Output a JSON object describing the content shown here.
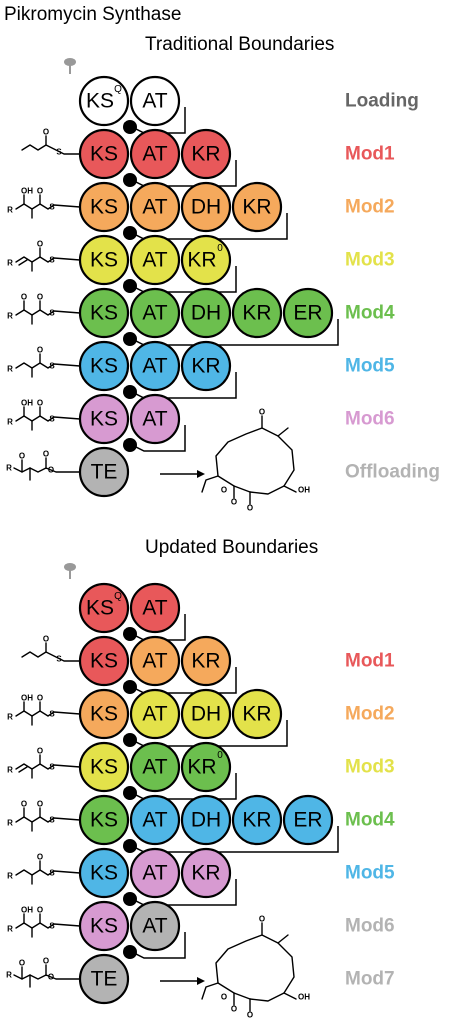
{
  "title": "Pikromycin Synthase",
  "colors": {
    "Loading": "#666666",
    "Mod1": "#e8585a",
    "Mod2": "#f5a95c",
    "Mod3": "#e3e24a",
    "Mod4": "#6cbf4e",
    "Mod5": "#4fb6e6",
    "Mod6": "#d79ad1",
    "Mod7": "#b3b3b3",
    "Offloading": "#b3b3b3",
    "TE": "#b3b3b3",
    "white": "#ffffff"
  },
  "sections": [
    {
      "heading": "Traditional Boundaries",
      "rows": [
        {
          "domains": [
            {
              "label": "KS",
              "sup": "Q",
              "color": "white"
            },
            {
              "label": "AT",
              "color": "white"
            }
          ],
          "module": "Loading",
          "module_color": "Loading",
          "substrate": "none"
        },
        {
          "domains": [
            {
              "label": "KS",
              "color": "Mod1"
            },
            {
              "label": "AT",
              "color": "Mod1"
            },
            {
              "label": "KR",
              "color": "Mod1"
            }
          ],
          "module": "Mod1",
          "module_color": "Mod1",
          "substrate": "propionyl"
        },
        {
          "domains": [
            {
              "label": "KS",
              "color": "Mod2"
            },
            {
              "label": "AT",
              "color": "Mod2"
            },
            {
              "label": "DH",
              "color": "Mod2"
            },
            {
              "label": "KR",
              "color": "Mod2"
            }
          ],
          "module": "Mod2",
          "module_color": "Mod2",
          "substrate": "hydroxy"
        },
        {
          "domains": [
            {
              "label": "KS",
              "color": "Mod3"
            },
            {
              "label": "AT",
              "color": "Mod3"
            },
            {
              "label": "KR",
              "sup": "0",
              "color": "Mod3"
            }
          ],
          "module": "Mod3",
          "module_color": "Mod3",
          "substrate": "enoyl"
        },
        {
          "domains": [
            {
              "label": "KS",
              "color": "Mod4"
            },
            {
              "label": "AT",
              "color": "Mod4"
            },
            {
              "label": "DH",
              "color": "Mod4"
            },
            {
              "label": "KR",
              "color": "Mod4"
            },
            {
              "label": "ER",
              "color": "Mod4"
            }
          ],
          "module": "Mod4",
          "module_color": "Mod4",
          "substrate": "keto"
        },
        {
          "domains": [
            {
              "label": "KS",
              "color": "Mod5"
            },
            {
              "label": "AT",
              "color": "Mod5"
            },
            {
              "label": "KR",
              "color": "Mod5"
            }
          ],
          "module": "Mod5",
          "module_color": "Mod5",
          "substrate": "reduced"
        },
        {
          "domains": [
            {
              "label": "KS",
              "color": "Mod6"
            },
            {
              "label": "AT",
              "color": "Mod6"
            }
          ],
          "module": "Mod6",
          "module_color": "Mod6",
          "substrate": "hydroxy"
        },
        {
          "domains": [
            {
              "label": "TE",
              "color": "TE"
            }
          ],
          "module": "Offloading",
          "module_color": "Offloading",
          "substrate": "keto-ester"
        }
      ]
    },
    {
      "heading": "Updated Boundaries",
      "rows": [
        {
          "domains": [
            {
              "label": "KS",
              "sup": "Q",
              "color": "Mod1"
            },
            {
              "label": "AT",
              "color": "Mod1"
            }
          ],
          "module": "",
          "module_color": "Mod1",
          "substrate": "none"
        },
        {
          "domains": [
            {
              "label": "KS",
              "color": "Mod1"
            },
            {
              "label": "AT",
              "color": "Mod2"
            },
            {
              "label": "KR",
              "color": "Mod2"
            }
          ],
          "module": "Mod1",
          "module_color": "Mod1",
          "substrate": "propionyl"
        },
        {
          "domains": [
            {
              "label": "KS",
              "color": "Mod2"
            },
            {
              "label": "AT",
              "color": "Mod3"
            },
            {
              "label": "DH",
              "color": "Mod3"
            },
            {
              "label": "KR",
              "color": "Mod3"
            }
          ],
          "module": "Mod2",
          "module_color": "Mod2",
          "substrate": "hydroxy"
        },
        {
          "domains": [
            {
              "label": "KS",
              "color": "Mod3"
            },
            {
              "label": "AT",
              "color": "Mod4"
            },
            {
              "label": "KR",
              "sup": "0",
              "color": "Mod4"
            }
          ],
          "module": "Mod3",
          "module_color": "Mod3",
          "substrate": "enoyl"
        },
        {
          "domains": [
            {
              "label": "KS",
              "color": "Mod4"
            },
            {
              "label": "AT",
              "color": "Mod5"
            },
            {
              "label": "DH",
              "color": "Mod5"
            },
            {
              "label": "KR",
              "color": "Mod5"
            },
            {
              "label": "ER",
              "color": "Mod5"
            }
          ],
          "module": "Mod4",
          "module_color": "Mod4",
          "substrate": "keto"
        },
        {
          "domains": [
            {
              "label": "KS",
              "color": "Mod5"
            },
            {
              "label": "AT",
              "color": "Mod6"
            },
            {
              "label": "KR",
              "color": "Mod6"
            }
          ],
          "module": "Mod5",
          "module_color": "Mod5",
          "substrate": "reduced"
        },
        {
          "domains": [
            {
              "label": "KS",
              "color": "Mod6"
            },
            {
              "label": "AT",
              "color": "Mod7"
            }
          ],
          "module": "Mod6",
          "module_color": "Mod7",
          "substrate": "hydroxy"
        },
        {
          "domains": [
            {
              "label": "TE",
              "color": "TE"
            }
          ],
          "module": "Mod7",
          "module_color": "Mod7",
          "substrate": "keto-ester"
        }
      ]
    }
  ],
  "atoms": {
    "R": "R",
    "O": "O",
    "S": "S",
    "OH": "OH"
  }
}
